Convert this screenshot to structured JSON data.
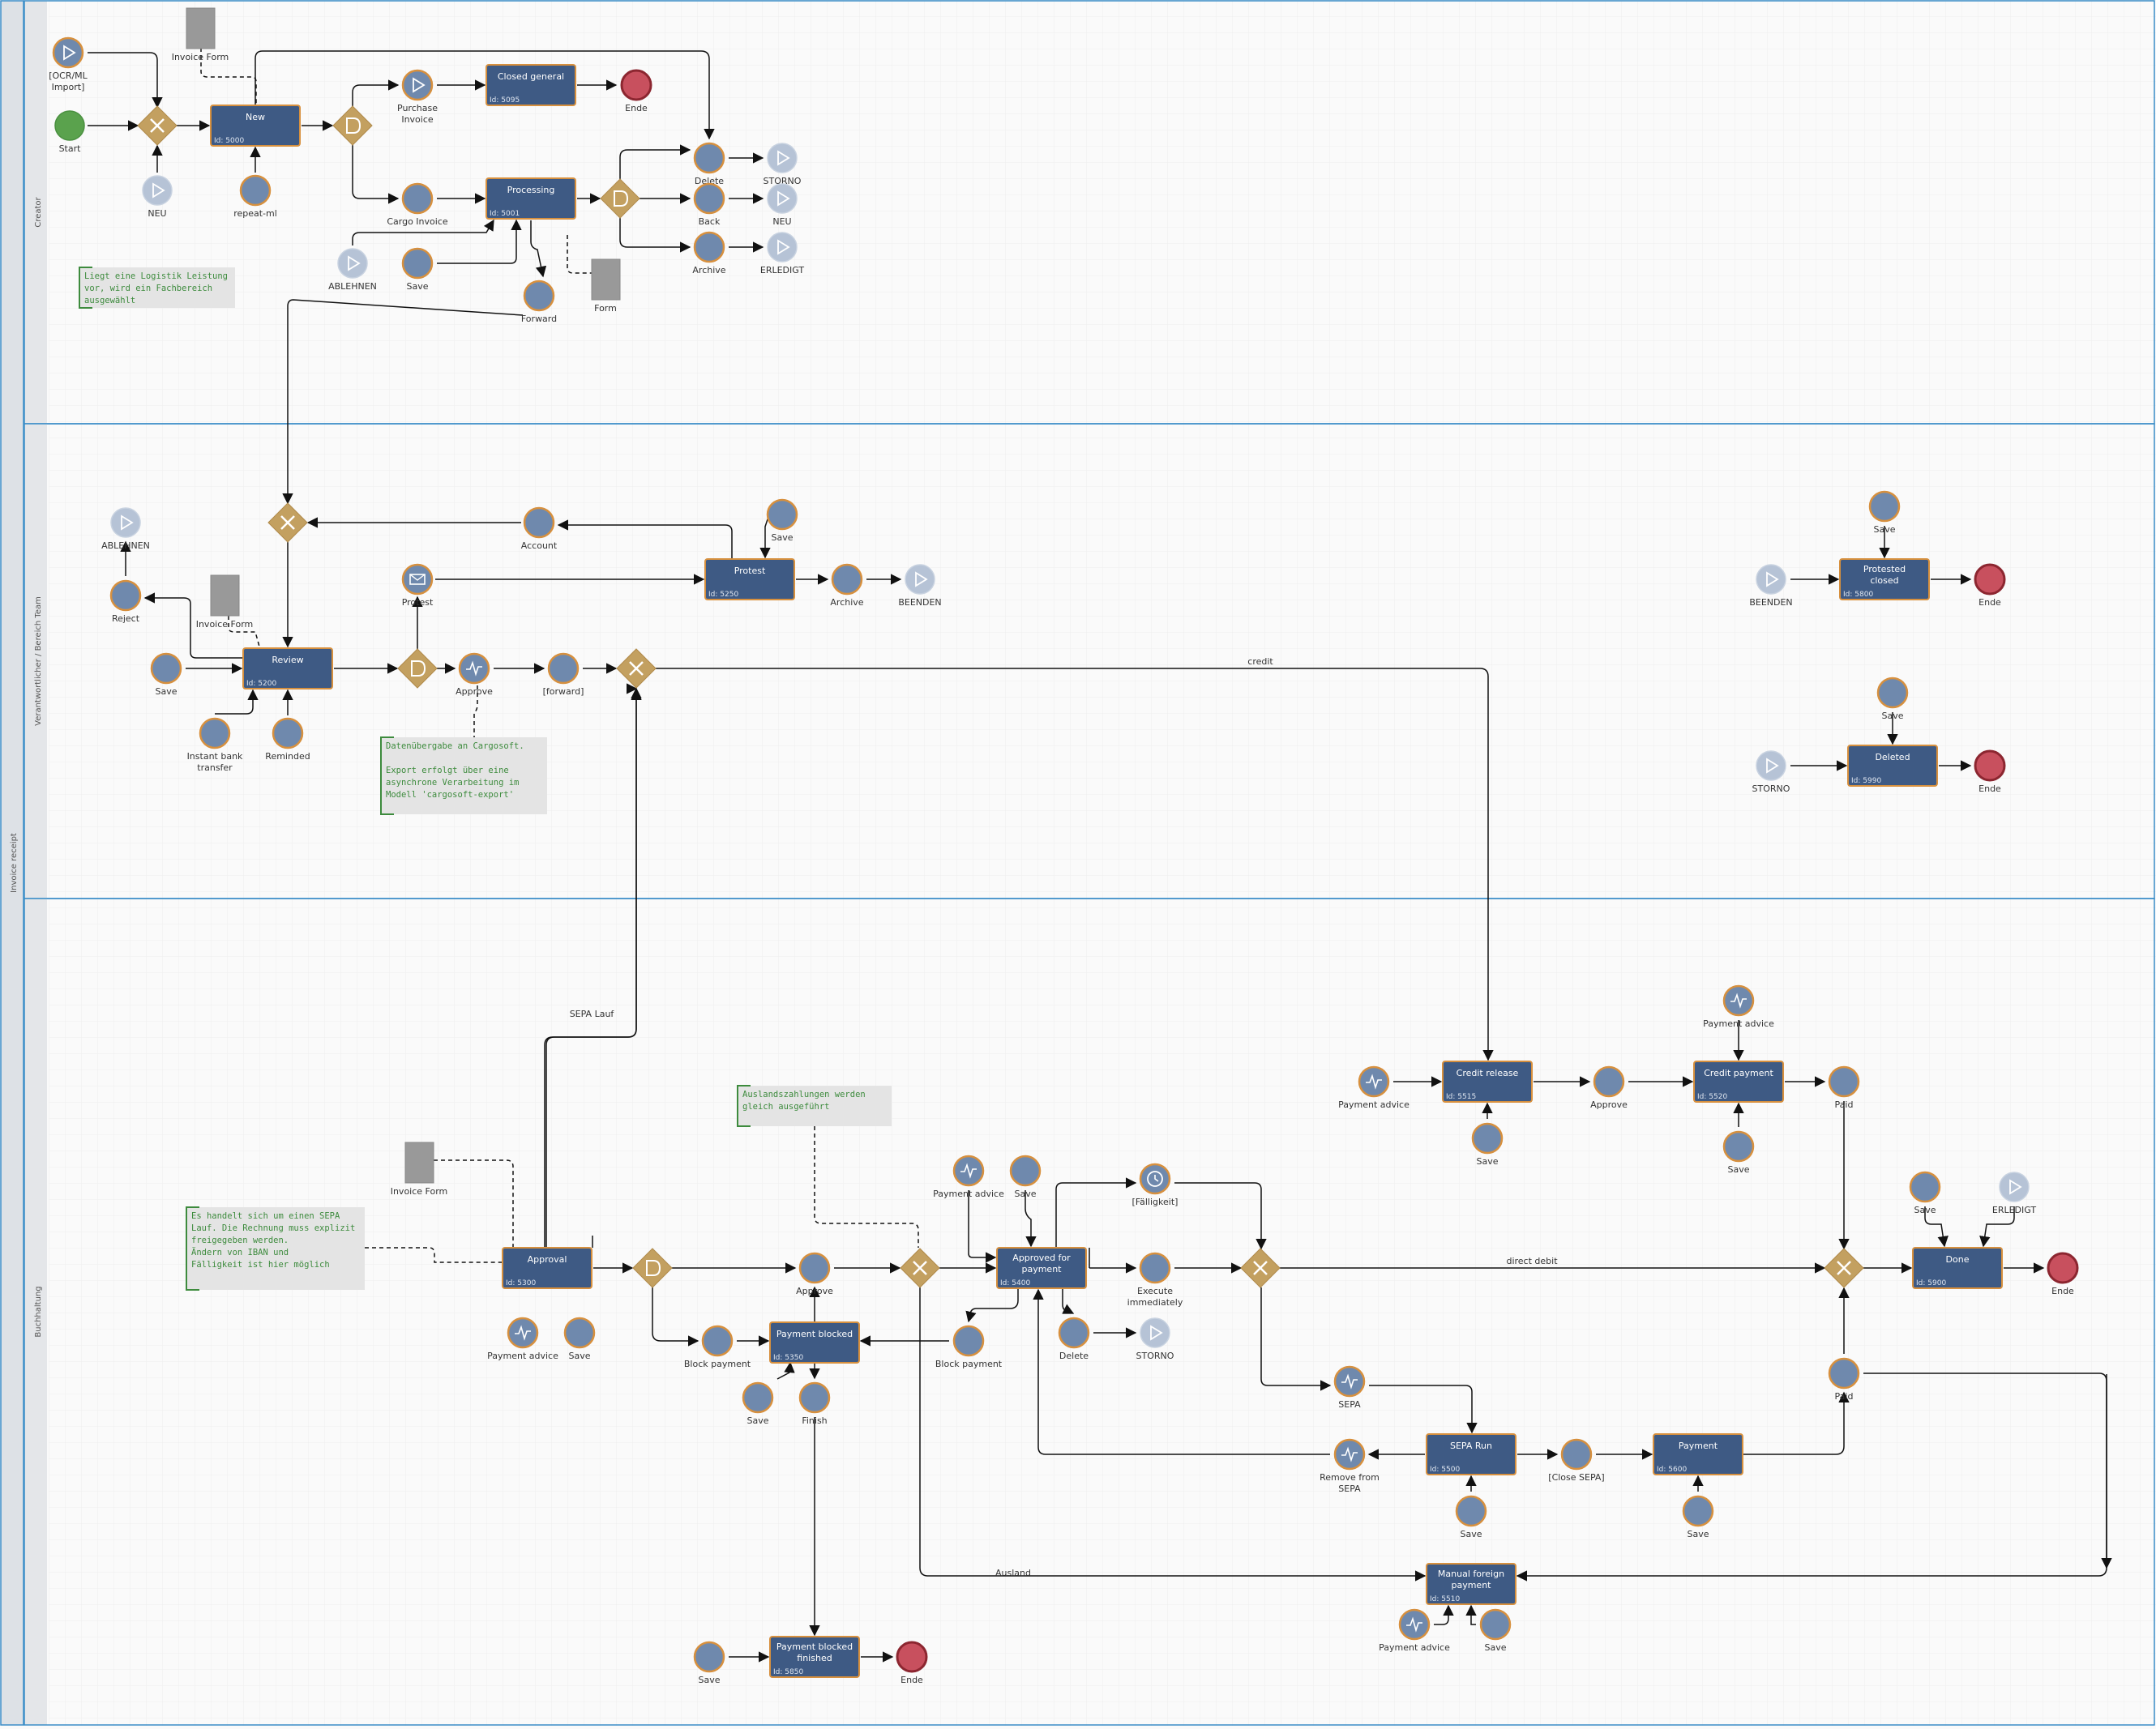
{
  "pool": {
    "name": "Invoice receipt"
  },
  "lanes": [
    {
      "name": "Creator"
    },
    {
      "name": "Verantwortlicher / Bereich Team"
    },
    {
      "name": "Buchhaltung"
    }
  ],
  "colors": {
    "task": "#3e5a84",
    "task_border": "#d7903e",
    "event": "#6f89ad",
    "event_border": "#d7903e",
    "start": "#5aa24d",
    "end": "#c8505e",
    "gateway": "#c3a060",
    "lane_border": "#3a8dc8",
    "note_text": "#3d8b3d"
  },
  "tasks": [
    {
      "key": "new",
      "name": "New",
      "id": "Id: 5000"
    },
    {
      "key": "closed_general",
      "name": "Closed general",
      "id": "Id: 5095"
    },
    {
      "key": "processing",
      "name": "Processing",
      "id": "Id: 5001"
    },
    {
      "key": "protest",
      "name": "Protest",
      "id": "Id: 5250"
    },
    {
      "key": "review",
      "name": "Review",
      "id": "Id: 5200"
    },
    {
      "key": "protested_closed",
      "name": "Protested closed",
      "id": "Id: 5800"
    },
    {
      "key": "deleted",
      "name": "Deleted",
      "id": "Id: 5990"
    },
    {
      "key": "credit_release",
      "name": "Credit release",
      "id": "Id: 5515"
    },
    {
      "key": "credit_payment",
      "name": "Credit payment",
      "id": "Id: 5520"
    },
    {
      "key": "approval",
      "name": "Approval",
      "id": "Id: 5300"
    },
    {
      "key": "approved_for_payment",
      "name": "Approved for payment",
      "id": "Id: 5400"
    },
    {
      "key": "done",
      "name": "Done",
      "id": "Id: 5900"
    },
    {
      "key": "payment_blocked",
      "name": "Payment blocked",
      "id": "Id: 5350"
    },
    {
      "key": "sepa_run",
      "name": "SEPA Run",
      "id": "Id: 5500"
    },
    {
      "key": "payment",
      "name": "Payment",
      "id": "Id: 5600"
    },
    {
      "key": "manual_foreign_payment",
      "name": "Manual foreign payment",
      "id": "Id: 5510"
    },
    {
      "key": "payment_blocked_finished",
      "name": "Payment blocked finished",
      "id": "Id: 5850"
    }
  ],
  "events": [
    {
      "key": "ocr_import",
      "label": "[OCR/ML Import]",
      "icon": "play-icon"
    },
    {
      "key": "start",
      "label": "Start",
      "icon": ""
    },
    {
      "key": "neu_1",
      "label": "NEU",
      "icon": "play-icon"
    },
    {
      "key": "repeat_ml",
      "label": "repeat-ml",
      "icon": ""
    },
    {
      "key": "purchase_invoice",
      "label": "Purchase Invoice",
      "icon": "play-icon"
    },
    {
      "key": "ende_1",
      "label": "Ende",
      "icon": ""
    },
    {
      "key": "cargo_invoice",
      "label": "Cargo Invoice",
      "icon": ""
    },
    {
      "key": "ablehnen_1",
      "label": "ABLEHNEN",
      "icon": "play-icon"
    },
    {
      "key": "save_1",
      "label": "Save",
      "icon": ""
    },
    {
      "key": "forward_1",
      "label": "Forward",
      "icon": ""
    },
    {
      "key": "delete_1",
      "label": "Delete",
      "icon": ""
    },
    {
      "key": "storno_1",
      "label": "STORNO",
      "icon": "play-icon"
    },
    {
      "key": "back_1",
      "label": "Back",
      "icon": ""
    },
    {
      "key": "neu_2",
      "label": "NEU",
      "icon": "play-icon"
    },
    {
      "key": "archive_1",
      "label": "Archive",
      "icon": ""
    },
    {
      "key": "erledigt_1",
      "label": "ERLEDIGT",
      "icon": "play-icon"
    },
    {
      "key": "ablehnen_2",
      "label": "ABLEHNEN",
      "icon": "play-icon"
    },
    {
      "key": "account",
      "label": "Account",
      "icon": ""
    },
    {
      "key": "save_2",
      "label": "Save",
      "icon": ""
    },
    {
      "key": "protest_evt",
      "label": "Protest",
      "icon": "envelope-icon"
    },
    {
      "key": "archive_2",
      "label": "Archive",
      "icon": ""
    },
    {
      "key": "beenden_1",
      "label": "BEENDEN",
      "icon": "play-icon"
    },
    {
      "key": "reject",
      "label": "Reject",
      "icon": ""
    },
    {
      "key": "save_3",
      "label": "Save",
      "icon": ""
    },
    {
      "key": "instant_bank",
      "label": "Instant bank transfer",
      "icon": ""
    },
    {
      "key": "reminded",
      "label": "Reminded",
      "icon": ""
    },
    {
      "key": "approve_1",
      "label": "Approve",
      "icon": "pulse-icon"
    },
    {
      "key": "forward_2",
      "label": "[forward]",
      "icon": ""
    },
    {
      "key": "save_4",
      "label": "Save",
      "icon": ""
    },
    {
      "key": "beenden_2",
      "label": "BEENDEN",
      "icon": "play-icon"
    },
    {
      "key": "ende_2",
      "label": "Ende",
      "icon": ""
    },
    {
      "key": "save_5",
      "label": "Save",
      "icon": ""
    },
    {
      "key": "storno_2",
      "label": "STORNO",
      "icon": "play-icon"
    },
    {
      "key": "ende_3",
      "label": "Ende",
      "icon": ""
    },
    {
      "key": "payment_advice_1",
      "label": "Payment advice",
      "icon": "pulse-icon"
    },
    {
      "key": "save_6",
      "label": "Save",
      "icon": ""
    },
    {
      "key": "approve_2",
      "label": "Approve",
      "icon": ""
    },
    {
      "key": "payment_advice_2",
      "label": "Payment advice",
      "icon": "pulse-icon"
    },
    {
      "key": "save_7",
      "label": "Save",
      "icon": ""
    },
    {
      "key": "paid_1",
      "label": "Paid",
      "icon": ""
    },
    {
      "key": "payment_advice_3",
      "label": "Payment advice",
      "icon": "pulse-icon"
    },
    {
      "key": "save_8",
      "label": "Save",
      "icon": ""
    },
    {
      "key": "faelligkeit",
      "label": "[Fälligkeit]",
      "icon": "clock-icon"
    },
    {
      "key": "save_9",
      "label": "Save",
      "icon": ""
    },
    {
      "key": "erledigt_2",
      "label": "ERLEDIGT",
      "icon": "play-icon"
    },
    {
      "key": "approve_3",
      "label": "Approve",
      "icon": ""
    },
    {
      "key": "execute_immediately",
      "label": "Execute immediately",
      "icon": ""
    },
    {
      "key": "ende_4",
      "label": "Ende",
      "icon": ""
    },
    {
      "key": "payment_advice_4",
      "label": "Payment advice",
      "icon": "pulse-icon"
    },
    {
      "key": "save_10",
      "label": "Save",
      "icon": ""
    },
    {
      "key": "block_payment_1",
      "label": "Block payment",
      "icon": ""
    },
    {
      "key": "block_payment_2",
      "label": "Block payment",
      "icon": ""
    },
    {
      "key": "delete_2",
      "label": "Delete",
      "icon": ""
    },
    {
      "key": "storno_3",
      "label": "STORNO",
      "icon": "play-icon"
    },
    {
      "key": "save_11",
      "label": "Save",
      "icon": ""
    },
    {
      "key": "finish",
      "label": "Finish",
      "icon": ""
    },
    {
      "key": "sepa_evt",
      "label": "SEPA",
      "icon": "pulse-icon"
    },
    {
      "key": "paid_2",
      "label": "Paid",
      "icon": ""
    },
    {
      "key": "remove_from_sepa",
      "label": "Remove from SEPA",
      "icon": "pulse-icon"
    },
    {
      "key": "close_sepa",
      "label": "[Close SEPA]",
      "icon": ""
    },
    {
      "key": "save_12",
      "label": "Save",
      "icon": ""
    },
    {
      "key": "save_13",
      "label": "Save",
      "icon": ""
    },
    {
      "key": "payment_advice_5",
      "label": "Payment advice",
      "icon": "pulse-icon"
    },
    {
      "key": "save_14",
      "label": "Save",
      "icon": ""
    },
    {
      "key": "save_15",
      "label": "Save",
      "icon": ""
    },
    {
      "key": "ende_5",
      "label": "Ende",
      "icon": ""
    }
  ],
  "gateways": [
    {
      "key": "gw_merge_new",
      "kind": "exclusive"
    },
    {
      "key": "gw_after_new",
      "kind": "event"
    },
    {
      "key": "gw_after_processing",
      "kind": "event"
    },
    {
      "key": "gw_review_in",
      "kind": "exclusive"
    },
    {
      "key": "gw_after_review",
      "kind": "event"
    },
    {
      "key": "gw_sepa",
      "kind": "exclusive"
    },
    {
      "key": "gw_after_approval",
      "kind": "event"
    },
    {
      "key": "gw_before_apf",
      "kind": "exclusive"
    },
    {
      "key": "gw_after_apf",
      "kind": "exclusive"
    },
    {
      "key": "gw_before_done",
      "kind": "exclusive"
    }
  ],
  "artifacts": [
    {
      "key": "invoice_form_1",
      "label": "Invoice Form"
    },
    {
      "key": "form_1",
      "label": "Form"
    },
    {
      "key": "invoice_form_2",
      "label": "Invoice Form"
    },
    {
      "key": "invoice_form_3",
      "label": "Invoice Form"
    }
  ],
  "annotations": [
    {
      "key": "note_logistik",
      "lines": [
        "Liegt eine Logistik Leistung",
        "vor, wird ein Fachbereich",
        "ausgewählt"
      ]
    },
    {
      "key": "note_cargosoft",
      "lines": [
        "Datenübergabe an Cargosoft.",
        "",
        "Export erfolgt über eine",
        "asynchrone Verarbeitung im",
        "Modell 'cargosoft-export'"
      ]
    },
    {
      "key": "note_ausland",
      "lines": [
        "Auslandszahlungen werden",
        "gleich ausgeführt"
      ]
    },
    {
      "key": "note_sepa",
      "lines": [
        "Es handelt sich um einen SEPA",
        "Lauf. Die Rechnung muss explizit",
        "freigegeben werden.",
        "Ändern von IBAN und",
        "Fälligkeit ist hier möglich"
      ]
    }
  ],
  "flow_labels": [
    {
      "key": "credit",
      "text": "credit"
    },
    {
      "key": "direct_debit",
      "text": "direct debit"
    },
    {
      "key": "sepa_lauf",
      "text": "SEPA Lauf"
    },
    {
      "key": "ausland",
      "text": "Ausland"
    }
  ]
}
